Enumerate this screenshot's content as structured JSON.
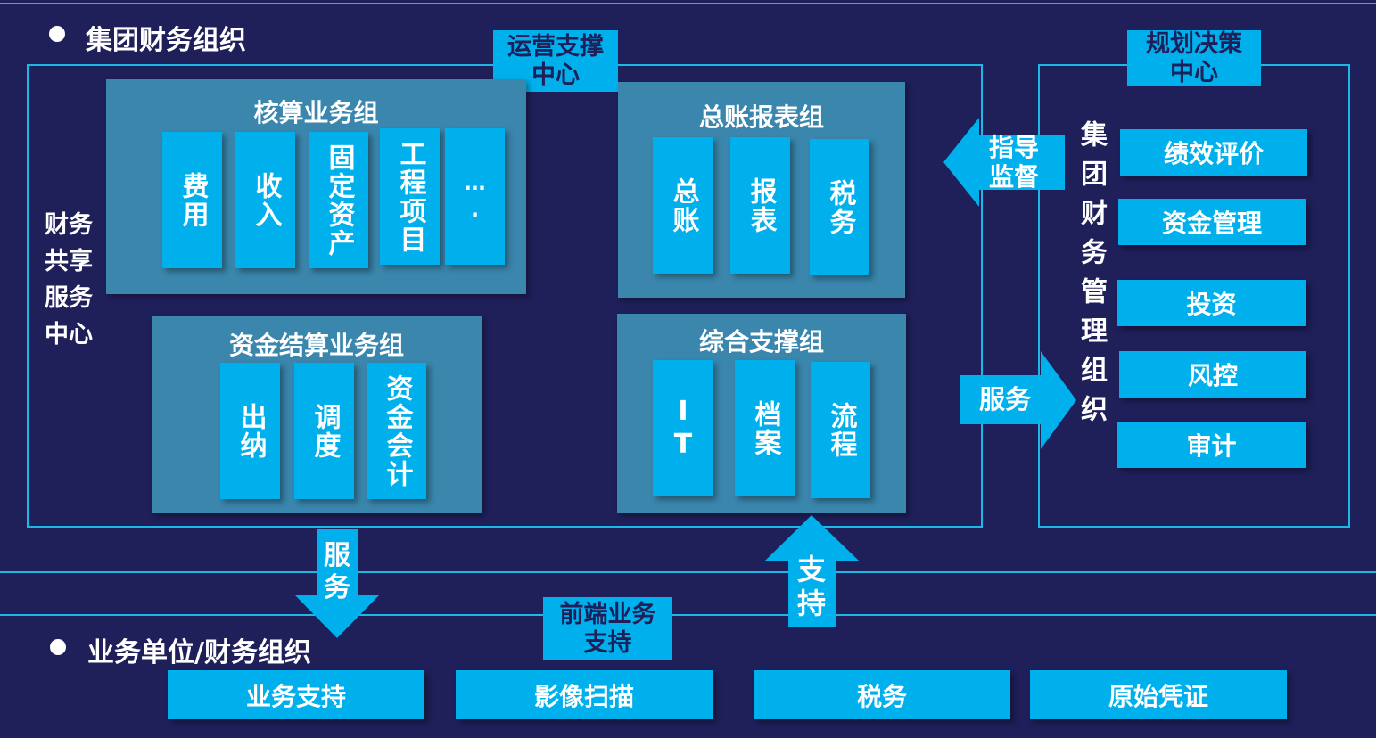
{
  "top_section": {
    "title": "集团财务组织",
    "ssc": {
      "side_label": "财务共享服务中心",
      "ops_label": "运营支撑中心",
      "groups": [
        {
          "title": "核算业务组",
          "items": [
            "费用",
            "收入",
            "固定资产",
            "工程项目",
            "…."
          ]
        },
        {
          "title": "资金结算业务组",
          "items": [
            "出纳",
            "调度",
            "资金会计"
          ]
        },
        {
          "title": "总账报表组",
          "items": [
            "总账",
            "报表",
            "税务"
          ]
        },
        {
          "title": "综合支撑组",
          "items": [
            "IT",
            "档案",
            "流程"
          ]
        }
      ]
    },
    "mgmt": {
      "top_label": "规划决策中心",
      "side_label": "集团财务管理组织",
      "items": [
        "绩效评价",
        "资金管理",
        "投资",
        "风控",
        "审计"
      ]
    }
  },
  "arrows": {
    "guide": "指导监督",
    "service_right": "服务",
    "service_down": "服务",
    "support_up": "支持"
  },
  "bottom_section": {
    "title": "业务单位/财务组织",
    "front_label": "前端业务支持",
    "items": [
      "业务支持",
      "影像扫描",
      "税务",
      "原始凭证"
    ]
  },
  "colors": {
    "background": "#1f1f5a",
    "line": "#1eb8e6",
    "cell": "#00b0ec",
    "group": "#3a86ad"
  }
}
